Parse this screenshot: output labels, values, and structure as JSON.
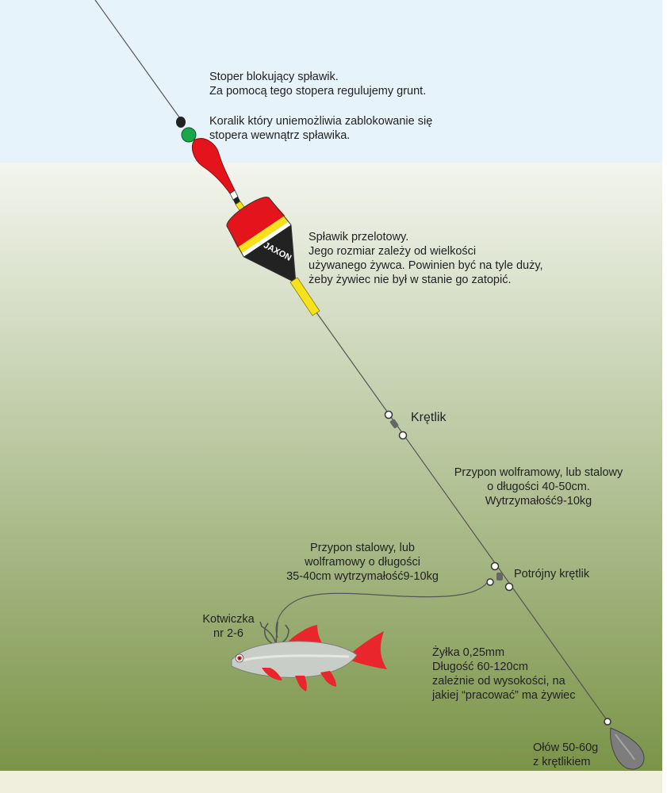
{
  "colors": {
    "sky": "#e6f3fa",
    "water_top": "#f3f5ee",
    "water_bottom": "#7a9448",
    "bottom_sand": "#f0eedc",
    "float_red": "#e3141b",
    "float_yellow": "#f6e21a",
    "float_black": "#222222",
    "bead_green": "#1aa64a",
    "fish_red": "#e8262c",
    "lead_gray": "#7d7d7d"
  },
  "float_brand": "JAXON",
  "labels": {
    "stopper": [
      "Stoper blokujący spławik.",
      "Za pomocą tego stopera regulujemy grunt."
    ],
    "bead": [
      "Koralik który uniemożliwia zablokowanie się",
      "stopera wewnątrz spławika."
    ],
    "float": [
      "Spławik przelotowy.",
      "Jego rozmiar zależy od wielkości",
      "używanego żywca. Powinien być na tyle duży,",
      "żeby żywiec nie był w stanie go zatopić."
    ],
    "swivel": [
      "Krętlik"
    ],
    "leader_main": [
      "Przypon wolframowy, lub stalowy",
      "o długości 40-50cm.",
      "Wytrzymałość9-10kg"
    ],
    "leader_hook": [
      "Przypon stalowy, lub",
      "wolframowy o długości",
      "35-40cm wytrzymałość9-10kg"
    ],
    "triple_swivel": [
      "Potrójny krętlik"
    ],
    "treble_hook": [
      "Kotwiczka",
      "nr 2-6"
    ],
    "line": [
      "Żyłka 0,25mm",
      "Długość 60-120cm",
      "zależnie od wysokości, na",
      "jakiej “pracować” ma żywiec"
    ],
    "sinker": [
      "Ołów 50-60g",
      "z krętlikiem"
    ]
  }
}
